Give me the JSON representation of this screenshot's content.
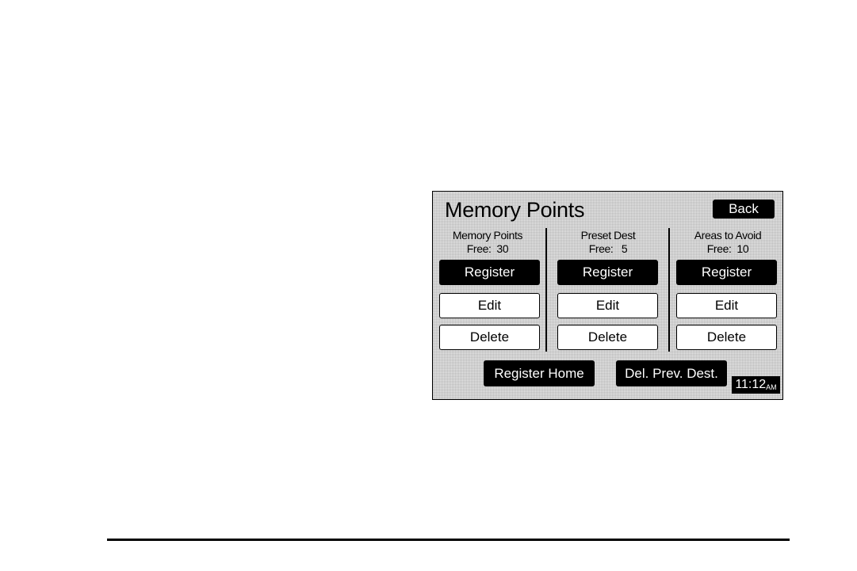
{
  "screen": {
    "title": "Memory Points",
    "back_label": "Back",
    "columns": [
      {
        "heading": "Memory Points",
        "free_text": "Free:  30",
        "register_label": "Register",
        "edit_label": "Edit",
        "delete_label": "Delete"
      },
      {
        "heading": "Preset Dest",
        "free_text": "Free:   5",
        "register_label": "Register",
        "edit_label": "Edit",
        "delete_label": "Delete"
      },
      {
        "heading": "Areas to Avoid",
        "free_text": "Free:  10",
        "register_label": "Register",
        "edit_label": "Edit",
        "delete_label": "Delete"
      }
    ],
    "register_home_label": "Register Home",
    "del_prev_dest_label": "Del. Prev. Dest.",
    "clock": {
      "time": "11:12",
      "ampm": "AM"
    }
  }
}
